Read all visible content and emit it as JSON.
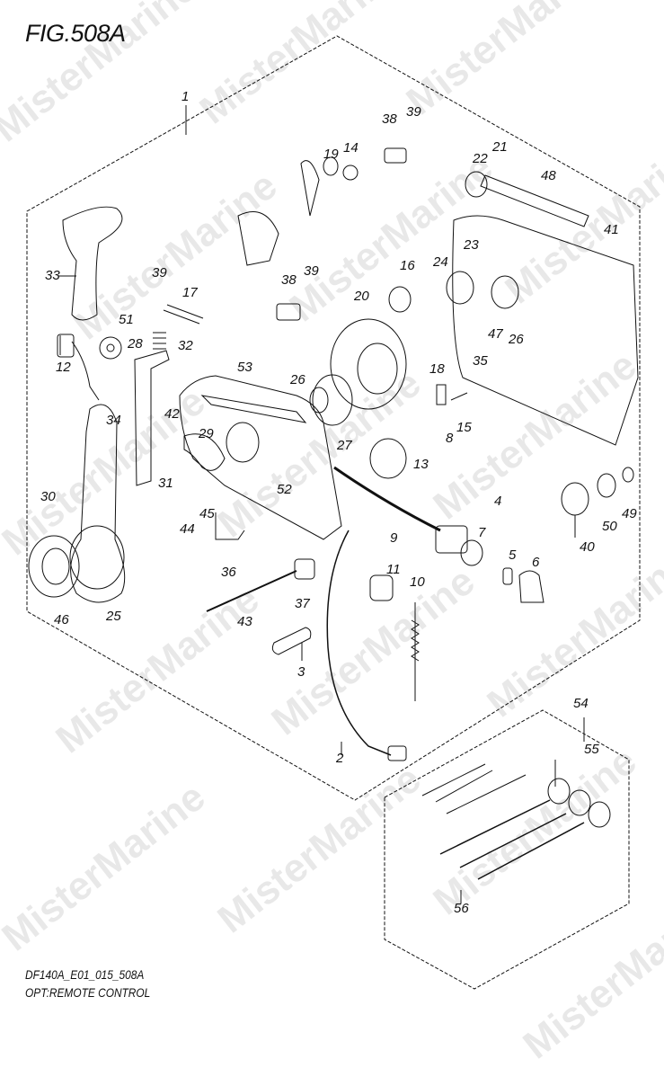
{
  "figure": {
    "title": "FIG.508A",
    "code": "DF140A_E01_015_508A",
    "caption": "OPT:REMOTE CONTROL"
  },
  "watermark": "MisterMarine",
  "callouts": [
    {
      "id": "1",
      "label": "1"
    },
    {
      "id": "2",
      "label": "2"
    },
    {
      "id": "3",
      "label": "3"
    },
    {
      "id": "4",
      "label": "4"
    },
    {
      "id": "5",
      "label": "5"
    },
    {
      "id": "6",
      "label": "6"
    },
    {
      "id": "7",
      "label": "7"
    },
    {
      "id": "8",
      "label": "8"
    },
    {
      "id": "9",
      "label": "9"
    },
    {
      "id": "10",
      "label": "10"
    },
    {
      "id": "11",
      "label": "11"
    },
    {
      "id": "12",
      "label": "12"
    },
    {
      "id": "13",
      "label": "13"
    },
    {
      "id": "14",
      "label": "14"
    },
    {
      "id": "15",
      "label": "15"
    },
    {
      "id": "16",
      "label": "16"
    },
    {
      "id": "17",
      "label": "17"
    },
    {
      "id": "18",
      "label": "18"
    },
    {
      "id": "19",
      "label": "19"
    },
    {
      "id": "20",
      "label": "20"
    },
    {
      "id": "21",
      "label": "21"
    },
    {
      "id": "22",
      "label": "22"
    },
    {
      "id": "23",
      "label": "23"
    },
    {
      "id": "24",
      "label": "24"
    },
    {
      "id": "25",
      "label": "25"
    },
    {
      "id": "26a",
      "label": "26"
    },
    {
      "id": "26b",
      "label": "26"
    },
    {
      "id": "27",
      "label": "27"
    },
    {
      "id": "28",
      "label": "28"
    },
    {
      "id": "29",
      "label": "29"
    },
    {
      "id": "30",
      "label": "30"
    },
    {
      "id": "31",
      "label": "31"
    },
    {
      "id": "32",
      "label": "32"
    },
    {
      "id": "33",
      "label": "33"
    },
    {
      "id": "34",
      "label": "34"
    },
    {
      "id": "35",
      "label": "35"
    },
    {
      "id": "36",
      "label": "36"
    },
    {
      "id": "37",
      "label": "37"
    },
    {
      "id": "38a",
      "label": "38"
    },
    {
      "id": "38b",
      "label": "38"
    },
    {
      "id": "39a",
      "label": "39"
    },
    {
      "id": "39b",
      "label": "39"
    },
    {
      "id": "39c",
      "label": "39"
    },
    {
      "id": "40",
      "label": "40"
    },
    {
      "id": "41",
      "label": "41"
    },
    {
      "id": "42",
      "label": "42"
    },
    {
      "id": "43",
      "label": "43"
    },
    {
      "id": "44",
      "label": "44"
    },
    {
      "id": "45",
      "label": "45"
    },
    {
      "id": "46",
      "label": "46"
    },
    {
      "id": "47",
      "label": "47"
    },
    {
      "id": "48",
      "label": "48"
    },
    {
      "id": "49",
      "label": "49"
    },
    {
      "id": "50",
      "label": "50"
    },
    {
      "id": "51",
      "label": "51"
    },
    {
      "id": "52",
      "label": "52"
    },
    {
      "id": "53",
      "label": "53"
    },
    {
      "id": "54",
      "label": "54"
    },
    {
      "id": "55",
      "label": "55"
    },
    {
      "id": "56",
      "label": "56"
    }
  ]
}
